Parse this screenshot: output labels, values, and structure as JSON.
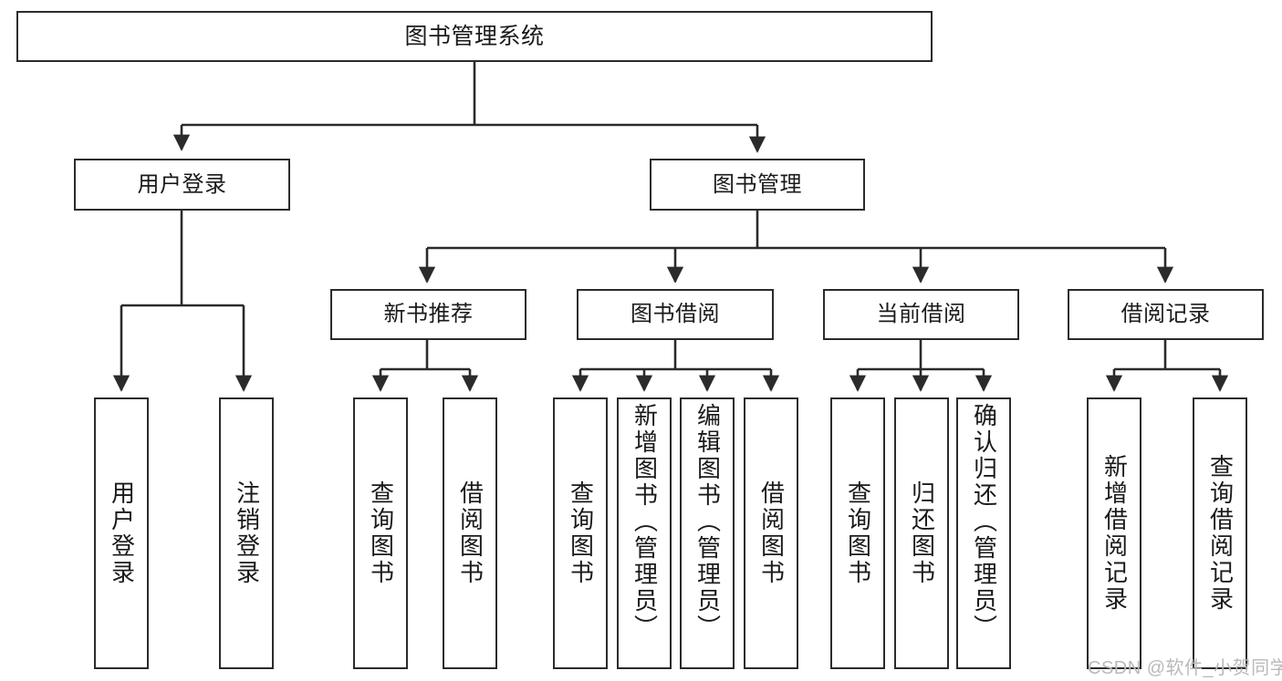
{
  "diagram": {
    "title": "图书管理系统",
    "type": "functional-structure-tree",
    "watermark": "CSDN @软件_小贺同学",
    "colors": {
      "box_border": "#2b2b2b",
      "box_fill": "#ffffff",
      "connector": "#2b2b2b",
      "text": "#1a1a1a",
      "watermark": "#b9b9b9",
      "background": "#ffffff"
    }
  },
  "nodes": {
    "root": {
      "label": "图书管理系统"
    },
    "level1": [
      {
        "id": "user-login",
        "label": "用户登录"
      },
      {
        "id": "book-management",
        "label": "图书管理"
      }
    ],
    "level2": [
      {
        "id": "new-book-recommend",
        "label": "新书推荐"
      },
      {
        "id": "book-borrow",
        "label": "图书借阅"
      },
      {
        "id": "current-borrow",
        "label": "当前借阅"
      },
      {
        "id": "borrow-record",
        "label": "借阅记录"
      }
    ],
    "leaves": {
      "user_login": [
        {
          "id": "leaf-user-login",
          "label": "用户登录"
        },
        {
          "id": "leaf-logout-login",
          "label": "注销登录"
        }
      ],
      "new_book_recommend": [
        {
          "id": "leaf-query-book-1",
          "label": "查询图书"
        },
        {
          "id": "leaf-borrow-book-1",
          "label": "借阅图书"
        }
      ],
      "book_borrow": [
        {
          "id": "leaf-query-book-2",
          "label": "查询图书"
        },
        {
          "id": "leaf-add-book",
          "label": "新增图书（管理员）"
        },
        {
          "id": "leaf-edit-book",
          "label": "编辑图书（管理员）"
        },
        {
          "id": "leaf-borrow-book-2",
          "label": "借阅图书"
        }
      ],
      "current_borrow": [
        {
          "id": "leaf-query-book-3",
          "label": "查询图书"
        },
        {
          "id": "leaf-return-book",
          "label": "归还图书"
        },
        {
          "id": "leaf-confirm-return",
          "label": "确认归还（管理员）"
        }
      ],
      "borrow_record": [
        {
          "id": "leaf-add-borrow-record",
          "label": "新增借阅记录"
        },
        {
          "id": "leaf-query-borrow-record",
          "label": "查询借阅记录"
        }
      ]
    }
  }
}
